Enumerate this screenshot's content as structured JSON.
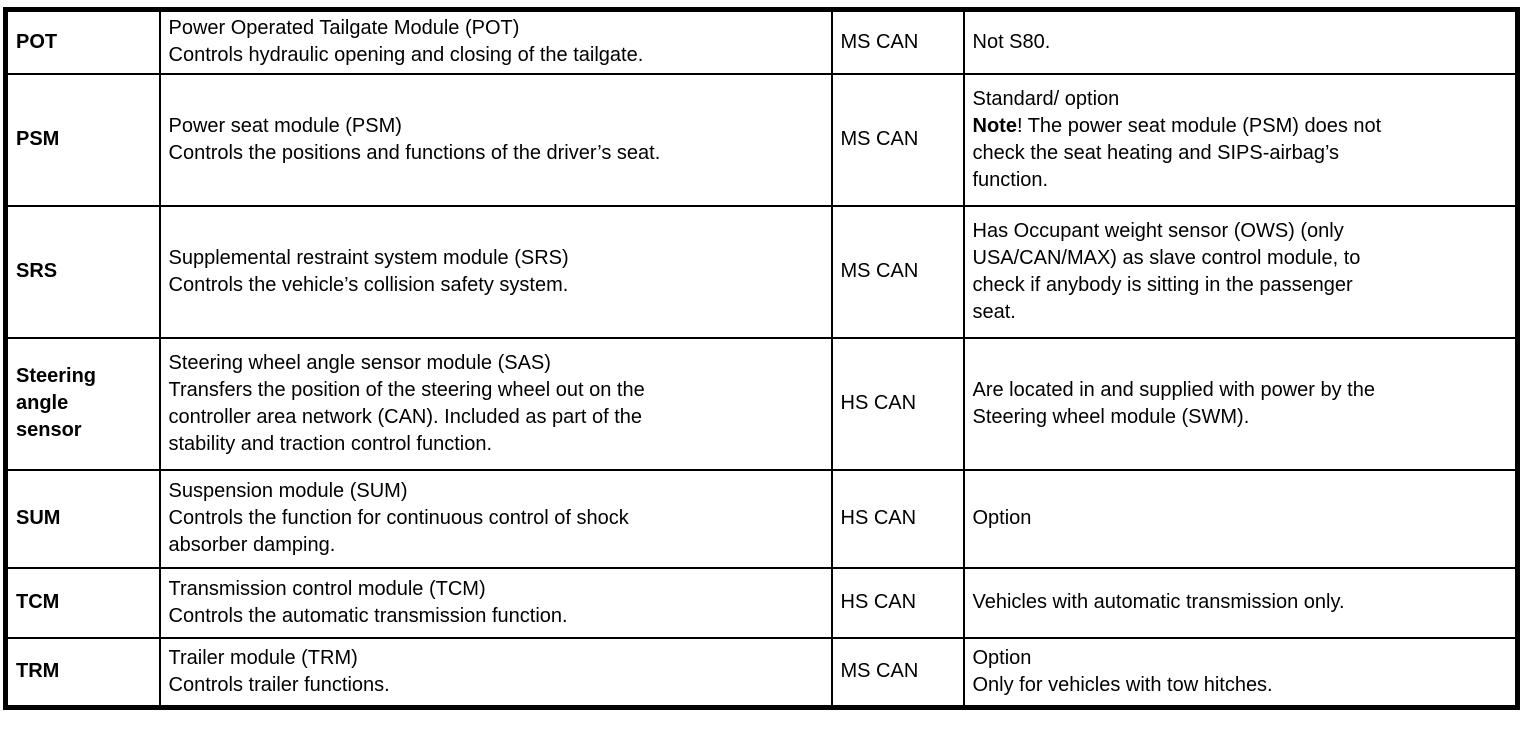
{
  "table": {
    "rows": [
      {
        "abbr": [
          "POT"
        ],
        "description": [
          "Power Operated Tailgate Module (POT)",
          "Controls hydraulic opening and closing of the tailgate."
        ],
        "network": "MS CAN",
        "notes": [
          "Not S80."
        ]
      },
      {
        "abbr": [
          "PSM"
        ],
        "description": [
          "Power seat module (PSM)",
          "Controls the positions and functions of the driver’s seat."
        ],
        "network": "MS CAN",
        "notes": [
          "Standard/ option",
          [
            {
              "text": "Note",
              "bold": true
            },
            {
              "text": "! The power seat module (PSM) does not"
            }
          ],
          "check the seat heating and SIPS-airbag’s",
          "function."
        ]
      },
      {
        "abbr": [
          "SRS"
        ],
        "description": [
          "Supplemental restraint system module (SRS)",
          "Controls the vehicle’s collision safety system."
        ],
        "network": "MS CAN",
        "notes": [
          "Has Occupant weight sensor (OWS) (only",
          "USA/CAN/MAX) as slave control module, to",
          "check if anybody is sitting in the passenger",
          "seat."
        ]
      },
      {
        "abbr": [
          "Steering",
          "angle",
          "sensor"
        ],
        "description": [
          "Steering wheel angle sensor module (SAS)",
          "Transfers the position of the steering wheel out on the",
          "controller area network (CAN). Included as part of the",
          "stability and traction control function."
        ],
        "network": "HS CAN",
        "notes": [
          "Are located in and supplied with power by the",
          "Steering wheel module (SWM)."
        ]
      },
      {
        "abbr": [
          "SUM"
        ],
        "description": [
          "Suspension module (SUM)",
          "Controls the function for continuous control of shock",
          "absorber damping."
        ],
        "network": "HS CAN",
        "notes": [
          "Option"
        ]
      },
      {
        "abbr": [
          "TCM"
        ],
        "description": [
          "Transmission control module (TCM)",
          "Controls the automatic transmission function."
        ],
        "network": "HS CAN",
        "notes": [
          "Vehicles with automatic transmission only."
        ]
      },
      {
        "abbr": [
          "TRM"
        ],
        "description": [
          "Trailer module (TRM)",
          "Controls trailer functions."
        ],
        "network": "MS CAN",
        "notes": [
          "Option",
          "Only for vehicles with tow hitches."
        ]
      }
    ]
  }
}
